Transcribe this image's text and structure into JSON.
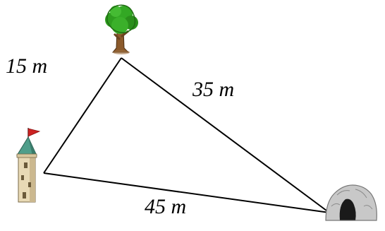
{
  "diagram": {
    "nodes": [
      {
        "id": "tree",
        "icon": "tree-icon"
      },
      {
        "id": "tower",
        "icon": "castle-tower-icon"
      },
      {
        "id": "cave",
        "icon": "cave-icon"
      }
    ],
    "edges": [
      {
        "from": "tree",
        "to": "tower",
        "label": "15 m"
      },
      {
        "from": "tree",
        "to": "cave",
        "label": "35 m"
      },
      {
        "from": "tower",
        "to": "cave",
        "label": "45 m"
      }
    ],
    "colors": {
      "tree_canopy": "#2f9e1f",
      "tree_trunk": "#8b5a2b",
      "tower_roof": "#4f9e8a",
      "tower_body": "#e8d9b5",
      "flag": "#cc2222",
      "cave_rock": "#c8c8c8",
      "line": "#000000"
    }
  }
}
